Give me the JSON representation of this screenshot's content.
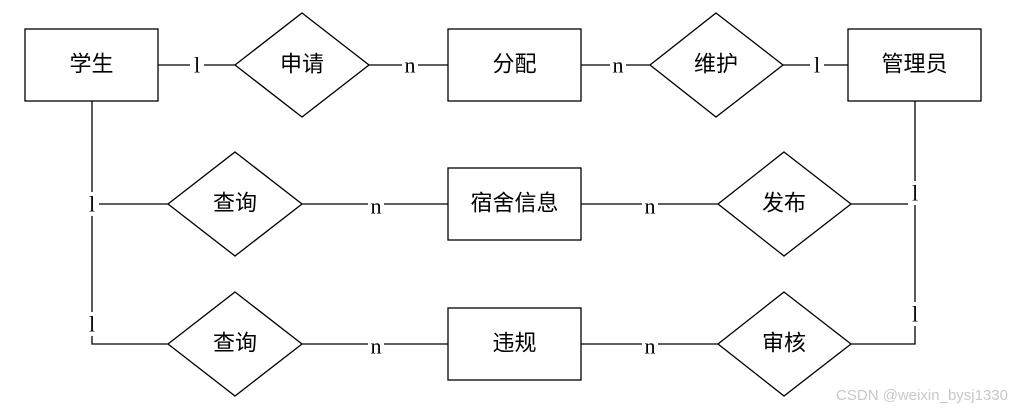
{
  "entities": {
    "student": "学生",
    "allocation": "分配",
    "admin": "管理员",
    "dorm_info": "宿舍信息",
    "violation": "违规"
  },
  "relationships": {
    "apply": "申请",
    "maintain": "维护",
    "query_dorm": "查询",
    "publish": "发布",
    "query_violation": "查询",
    "review": "审核"
  },
  "cardinalities": {
    "student_apply": "l",
    "apply_allocation": "n",
    "allocation_maintain": "n",
    "maintain_admin": "l",
    "student_query_dorm": "l",
    "query_dorm_info": "n",
    "dorm_info_publish": "n",
    "publish_admin": "l",
    "student_query_violation": "l",
    "query_violation_violation": "n",
    "violation_review": "n",
    "review_admin": "l"
  },
  "watermark": "CSDN @weixin_bysj1330"
}
